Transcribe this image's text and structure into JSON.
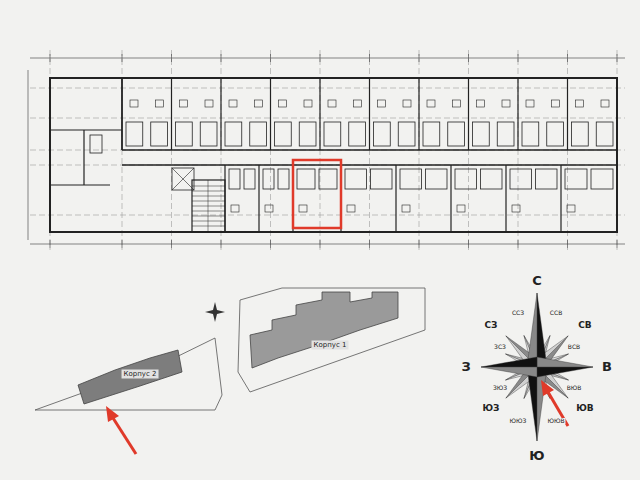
{
  "diagram": {
    "labels": [
      "С",
      "СЗ",
      "СВ",
      "З",
      "В",
      "ЮЗ",
      "ЮВ",
      "Ю",
      "ССЗ",
      "ССВ",
      "ЗСЗ",
      "ВСВ",
      "ЗЮЗ",
      "ВЮВ",
      "ЮЮЗ",
      "ЮЮВ",
      "Корпус 1",
      "Корпус 2"
    ]
  }
}
